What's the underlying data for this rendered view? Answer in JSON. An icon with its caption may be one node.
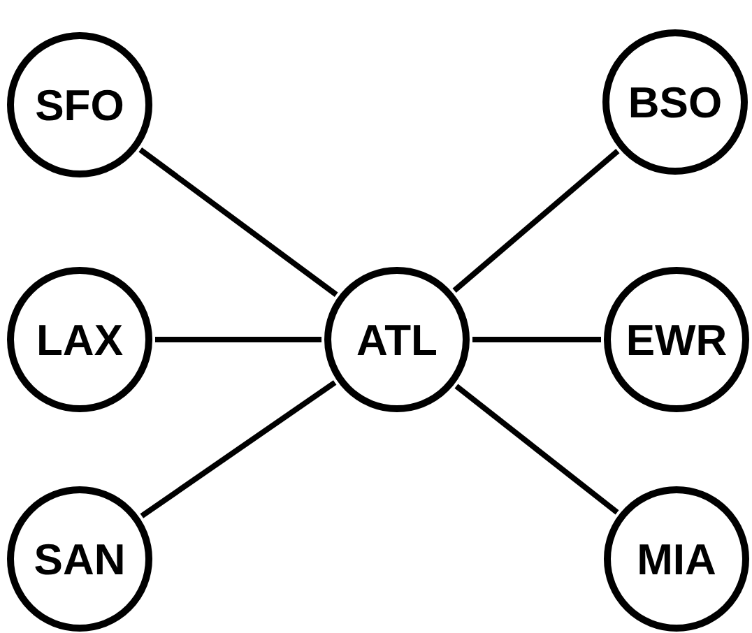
{
  "diagram": {
    "nodes": [
      {
        "text": [
          "SFO"
        ]
      },
      {
        "text": [
          "BSO"
        ]
      },
      {
        "text": [
          "LAX"
        ]
      },
      {
        "text": [
          "ATL"
        ]
      },
      {
        "text": [
          "EWR"
        ]
      },
      {
        "text": [
          "SAN"
        ]
      },
      {
        "text": [
          "MIA"
        ]
      }
    ],
    "edges": [
      {
        "from": 0,
        "to": 3,
        "arrow": "none"
      },
      {
        "from": 1,
        "to": 3,
        "arrow": "none"
      },
      {
        "from": 2,
        "to": 3,
        "arrow": "none"
      },
      {
        "from": 3,
        "to": 4,
        "arrow": "none"
      },
      {
        "from": 5,
        "to": 3,
        "arrow": "none"
      },
      {
        "from": 3,
        "to": 6,
        "arrow": "none"
      }
    ]
  }
}
